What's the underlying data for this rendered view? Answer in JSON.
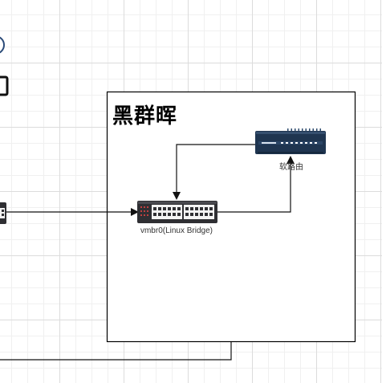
{
  "diagram": {
    "group": {
      "title": "黑群晖"
    },
    "nodes": {
      "linux_bridge": {
        "label": "vmbr0(Linux Bridge)",
        "icon": "network-switch-icon"
      },
      "soft_router": {
        "label": "软路由",
        "icon": "router-icon"
      }
    },
    "colors": {
      "line": "#333333",
      "switch_body": "#2f2f33",
      "router_body": "#1f3550",
      "port_light": "#c04040"
    }
  }
}
